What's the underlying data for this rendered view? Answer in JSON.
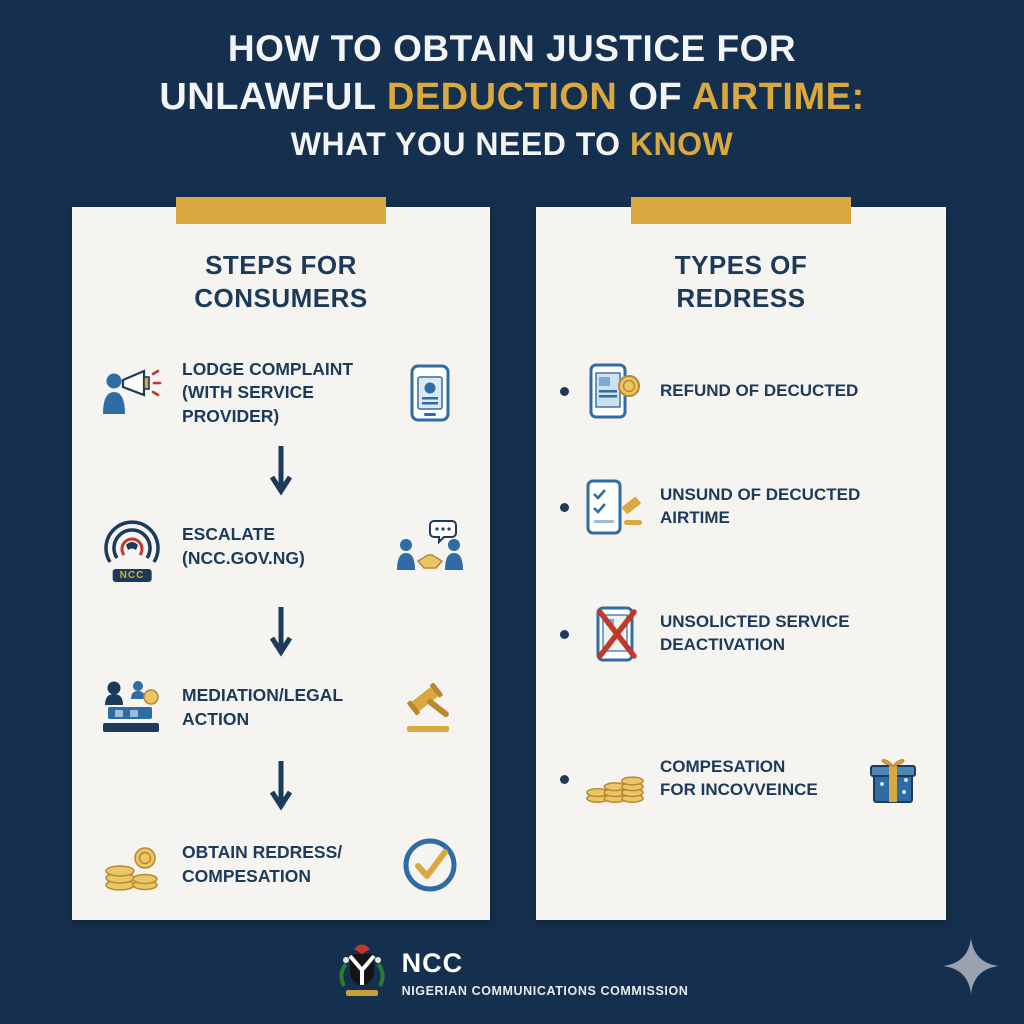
{
  "colors": {
    "background": "#15304e",
    "gold": "#d9a83f",
    "card": "#f5f4f1",
    "navy_text": "#1c3a59",
    "blue": "#2e6ca3",
    "red_accent": "#c0392b"
  },
  "title": {
    "line1": "HOW TO OBTAIN JUSTICE FOR",
    "line2_white1": "UNLAWFUL ",
    "line2_gold1": "DEDUCTION",
    "line2_white2": " OF ",
    "line2_gold2": "AIRTIME:",
    "line3_white": "WHAT YOU NEED TO ",
    "line3_gold": "KNOW"
  },
  "left_card": {
    "heading_line1": "STEPS FOR",
    "heading_line2": "CONSUMERS",
    "steps": [
      {
        "line1": "LODGE COMPLAINT",
        "line2": "(WITH SERVICE PROVIDER)",
        "left_icon": "person-megaphone",
        "right_icon": "phone-id-card"
      },
      {
        "line1": "ESCALATE",
        "line2": "(NCC.GOV.NG)",
        "left_icon": "ncc-call-logo",
        "badge": "NCC",
        "right_icon": "handshake-people"
      },
      {
        "line1": "MEDIATION/LEGAL ACTION",
        "line2": "",
        "left_icon": "mediation-people-money",
        "right_icon": "gavel"
      },
      {
        "line1": "OBTAIN REDRESS/",
        "line2": "COMPESATION",
        "left_icon": "coins",
        "right_icon": "check-circle"
      }
    ]
  },
  "right_card": {
    "heading_line1": "TYPES OF",
    "heading_line2": "REDRESS",
    "items": [
      {
        "line1": "REFUND OF DECUCTED",
        "line2": "",
        "icon": "phone-coin"
      },
      {
        "line1": "UNSUND OF DECUCTED AIRTIME",
        "line2": "",
        "icon": "phone-checklist-gavel"
      },
      {
        "line1": "UNSOLICTED SERVICE",
        "line2": "DEACTIVATION",
        "icon": "phone-cancel"
      },
      {
        "line1": "COMPESATION",
        "line2": "FOR INCOVVEINCE",
        "icon": "coin-stacks",
        "right_icon": "gift"
      }
    ]
  },
  "footer": {
    "org_abbr": "NCC",
    "org_name": "NIGERIAN COMMUNICATIONS COMMISSION"
  }
}
